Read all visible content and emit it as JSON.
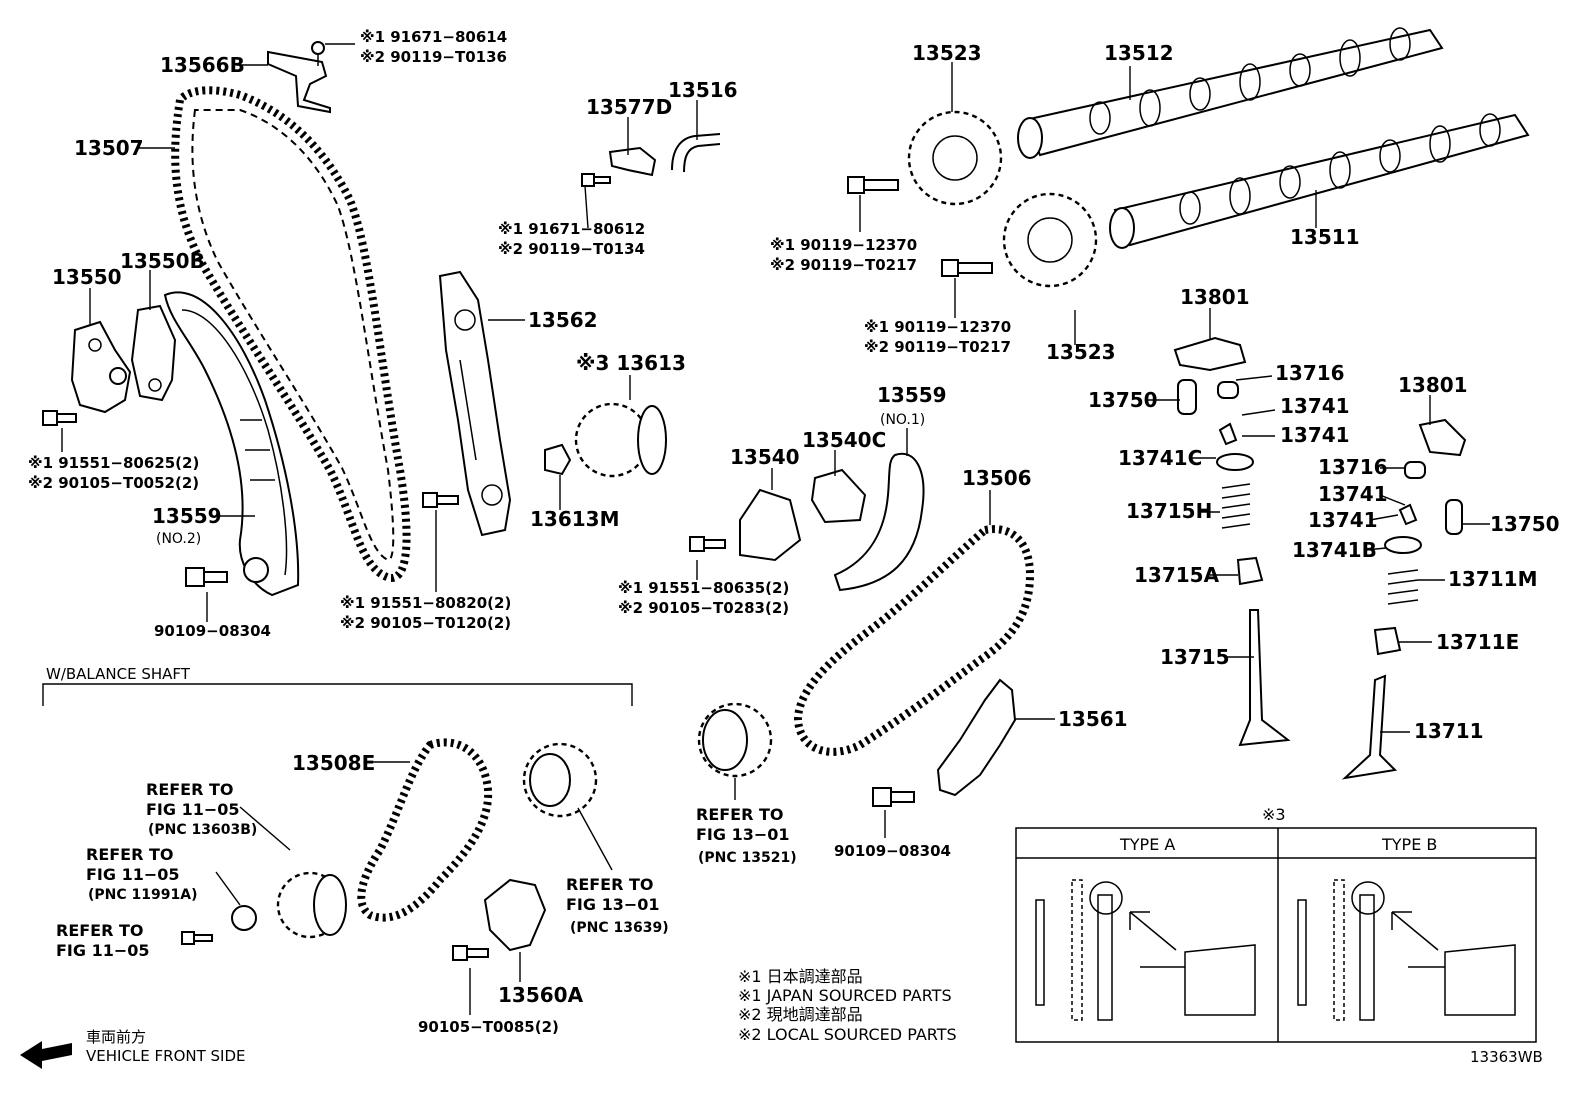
{
  "labels": {
    "p13566B": "13566B",
    "p13507": "13507",
    "b1a": "※1  91671−80614",
    "b1b": "※2  90119−T0136",
    "p13577D": "13577D",
    "p13516": "13516",
    "b2a": "※1  91671−80612",
    "b2b": "※2  90119−T0134",
    "p13523a": "13523",
    "p13512": "13512",
    "p13511": "13511",
    "b3a": "※1  90119−12370",
    "b3b": "※2  90119−T0217",
    "b4a": "※1  90119−12370",
    "b4b": "※2  90119−T0217",
    "p13523b": "13523",
    "p13550": "13550",
    "p13550B": "13550B",
    "p13562": "13562",
    "p13613": "※3 13613",
    "p13613M": "13613M",
    "b5a": "※1 91551−80625(2)",
    "b5b": "※2 90105−T0052(2)",
    "p13559": "13559",
    "p13559no2": "(NO.2)",
    "p90109a": "90109−08304",
    "b6a": "※1  91551−80820(2)",
    "b6b": "※2  90105−T0120(2)",
    "p13801a": "13801",
    "p13716a": "13716",
    "p13750a": "13750",
    "p13741a": "13741",
    "p13741b": "13741",
    "p13741C": "13741C",
    "p13715H": "13715H",
    "p13715A": "13715A",
    "p13715": "13715",
    "p13801b": "13801",
    "p13716b": "13716",
    "p13741c": "13741",
    "p13741d": "13741",
    "p13750b": "13750",
    "p13741B": "13741B",
    "p13711M": "13711M",
    "p13711E": "13711E",
    "p13711": "13711",
    "p13559top": "13559",
    "p13559no1": "(NO.1)",
    "p13540": "13540",
    "p13540C": "13540C",
    "p13506": "13506",
    "b7a": "※1 91551−80635(2)",
    "b7b": "※2 90105−T0283(2)",
    "p13561": "13561",
    "p90109b": "90109−08304",
    "balanceTitle": "W/BALANCE SHAFT",
    "p13508E": "13508E",
    "r1a": "REFER TO",
    "r1b": "FIG 11−05",
    "r1c": "(PNC 13603B)",
    "r2a": "REFER TO",
    "r2b": "FIG 11−05",
    "r2c": "(PNC 11991A)",
    "r3a": "REFER TO",
    "r3b": "FIG 11−05",
    "r4a": "REFER TO",
    "r4b": "FIG 13−01",
    "r4c": "(PNC 13521)",
    "r5a": "REFER TO",
    "r5b": "FIG 13−01",
    "r5c": "(PNC 13639)",
    "p13560A": "13560A",
    "p90105": "90105−T0085(2)",
    "note3": "※3",
    "typeA": "TYPE A",
    "typeB": "TYPE B",
    "legend1": "※1  日本調達部品",
    "legend2": "※1  JAPAN SOURCED PARTS",
    "legend3": "※2  現地調達部品",
    "legend4": "※2  LOCAL SOURCED PARTS",
    "frontJp": "車両前方",
    "frontEn": "VEHICLE FRONT SIDE",
    "figId": "13363WB"
  }
}
